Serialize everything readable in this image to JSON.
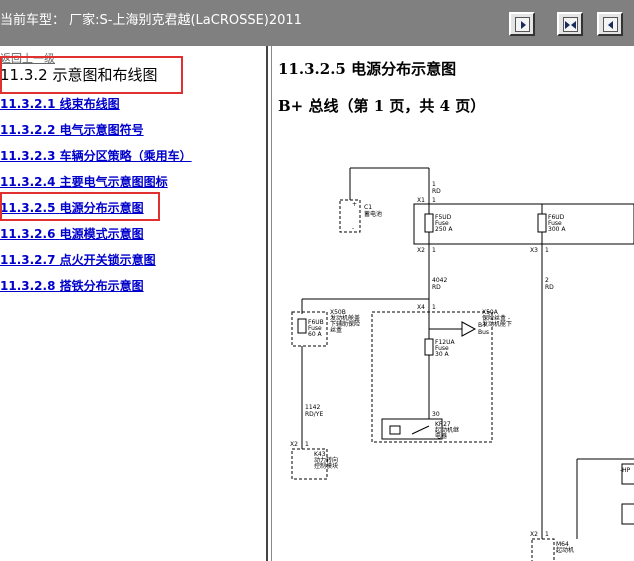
{
  "header": {
    "car_label": "当前车型： 厂家:S-上海别克君越(LaCROSSE)2011",
    "buttons": [
      "next-page",
      "fit-page",
      "previous-page"
    ]
  },
  "left": {
    "back_link": "返回上一级",
    "section_title": "11.3.2 示意图和布线图",
    "links": [
      {
        "num": "11.3.2.1",
        "text": "线束布线图"
      },
      {
        "num": "11.3.2.2",
        "text": "电气示意图符号"
      },
      {
        "num": "11.3.2.3",
        "text": "车辆分区策略（乘用车）"
      },
      {
        "num": "11.3.2.4",
        "text": "主要电气示意图图标"
      },
      {
        "num": "11.3.2.5",
        "text": "电源分布示意图"
      },
      {
        "num": "11.3.2.6",
        "text": "电源模式示意图"
      },
      {
        "num": "11.3.2.7",
        "text": "点火开关锁示意图"
      },
      {
        "num": "11.3.2.8",
        "text": "搭铁分布示意图"
      }
    ]
  },
  "right": {
    "title": "11.3.2.5 电源分布示意图",
    "subtitle": "B+ 总线（第 1 页，共 4 页）",
    "diagram": {
      "battery_label": "C1",
      "battery_name": "蓄电池",
      "plus": "+",
      "minus": "-",
      "wire_1": "1",
      "wire_1_color": "RD",
      "conn_x1": "X1",
      "conn_x1_pin": "1",
      "fuse_f5ud": "F5UD",
      "fuse_f5ud_type": "Fuse",
      "fuse_f5ud_rating": "250 A",
      "fuse_f6ud": "F6UD",
      "fuse_f6ud_type": "Fuse",
      "fuse_f6ud_rating": "300 A",
      "conn_x2": "X2",
      "conn_x2_pin": "1",
      "conn_x3": "X3",
      "conn_x3_pin": "1",
      "wire_4042": "4042",
      "wire_4042_color": "RD",
      "wire_2": "2",
      "wire_2_color": "RD",
      "conn_x4": "X4",
      "conn_x4_pin": "1",
      "x50b": "X50B",
      "x50b_desc1": "发动机舱盖",
      "x50b_desc2": "下辅助保险",
      "x50b_desc3": "丝盒",
      "fuse_f6ub": "F6UB",
      "fuse_f6ub_type": "Fuse",
      "fuse_f6ub_rating": "60 A",
      "x50a": "X50A",
      "x50a_desc1": "保险丝盒 -",
      "x50a_desc2": "发动机舱下",
      "bplus": "B+",
      "bus": "Bus",
      "fuse_f12ua": "F12UA",
      "fuse_f12ua_type": "Fuse",
      "fuse_f12ua_rating": "30 A",
      "num_30": "30",
      "kr27": "KR27",
      "kr27_desc1": "起动机继",
      "kr27_desc2": "电器",
      "wire_1142": "1142",
      "wire_1142_color": "RD/YE",
      "conn_x2b": "X2",
      "conn_x2b_pin": "1",
      "k43": "K43",
      "k43_desc1": "动力转向",
      "k43_desc2": "控制模块",
      "conn_x2c": "X2",
      "conn_x2c_pin": "1",
      "m64": "M64",
      "m64_desc": "起动机",
      "hp_label": "-HP"
    }
  }
}
